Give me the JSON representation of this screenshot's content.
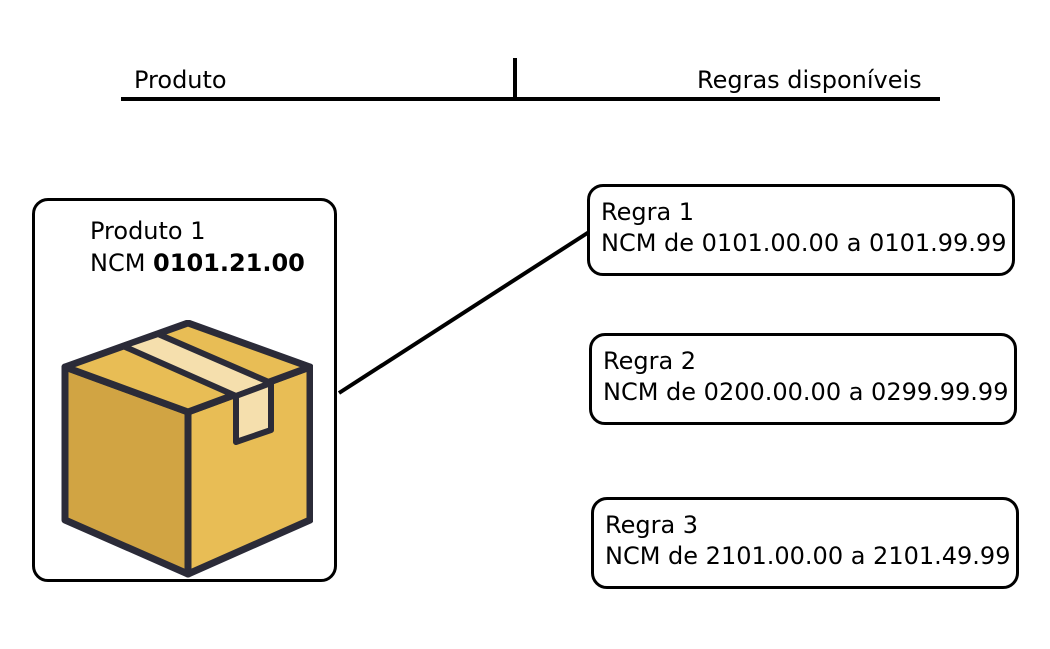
{
  "header": {
    "product_label": "Produto",
    "rules_label": "Regras disponíveis"
  },
  "product": {
    "name": "Produto 1",
    "ncm_prefix": "NCM ",
    "ncm_value": "0101.21.00",
    "icon": "cardboard-box-icon"
  },
  "rules": [
    {
      "title": "Regra 1",
      "range": "NCM de 0101.00.00 a 0101.99.99"
    },
    {
      "title": "Regra 2",
      "range": "NCM de 0200.00.00 a 0299.99.99"
    },
    {
      "title": "Regra 3",
      "range": "NCM de 2101.00.00 a 2101.49.99"
    }
  ],
  "colors": {
    "box_front": "#e8bd55",
    "box_side": "#d1a443",
    "box_top": "#e8bd55",
    "tape": "#f5dfad",
    "outline": "#2b2b38"
  }
}
